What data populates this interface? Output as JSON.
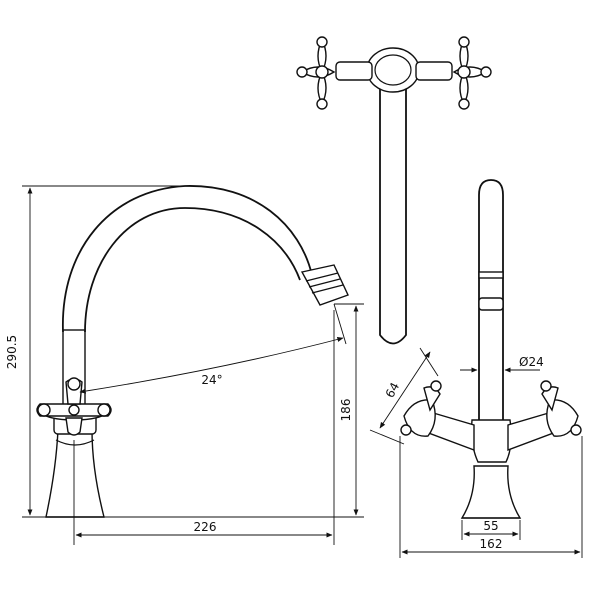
{
  "dimensions": {
    "total_height": "290.5",
    "spout_reach": "226",
    "spout_height": "186",
    "swivel_angle": "24°",
    "handle_spread": "64",
    "spout_diameter": "Ø24",
    "base_diameter": "55",
    "total_width": "162"
  },
  "colors": {
    "line": "#111111",
    "background": "#ffffff"
  }
}
